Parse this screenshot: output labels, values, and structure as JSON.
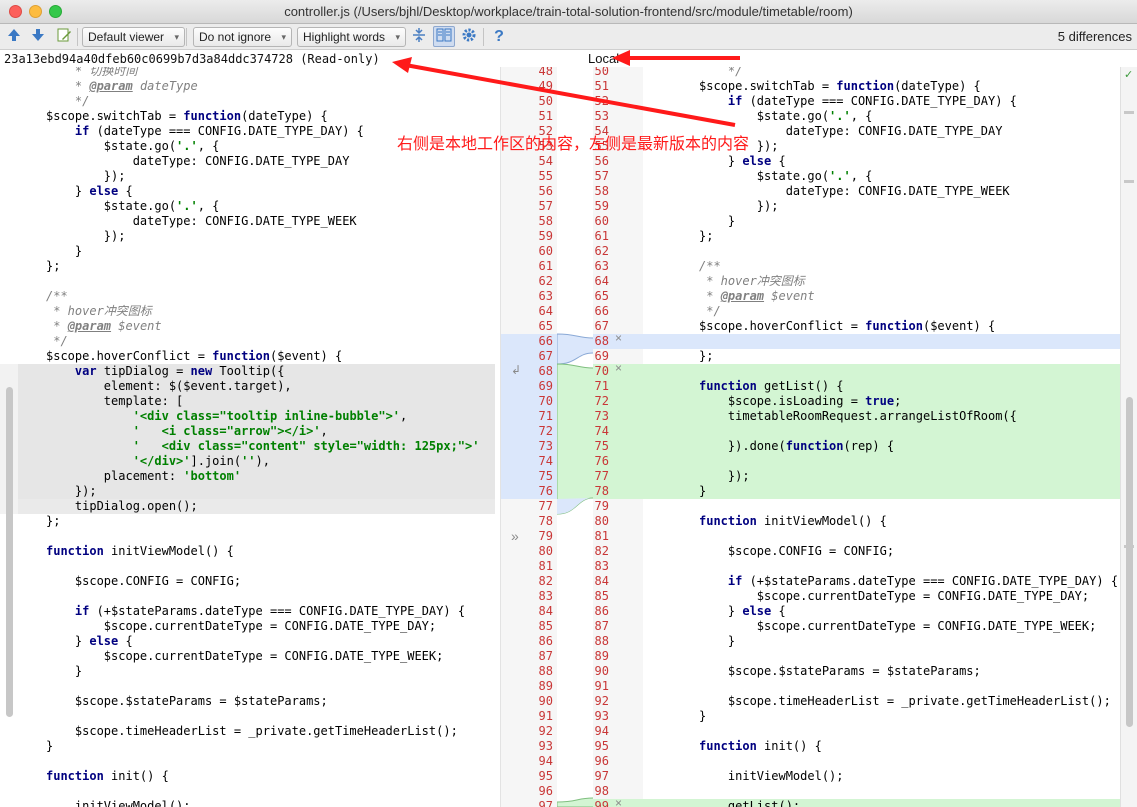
{
  "window": {
    "title": "controller.js (/Users/bjhl/Desktop/workplace/train-total-solution-frontend/src/module/timetable/room)"
  },
  "toolbar": {
    "viewer": "Default viewer",
    "ignore": "Do not ignore",
    "highlight": "Highlight words",
    "diff_count": "5 differences",
    "icons": [
      "arrow-up-icon",
      "arrow-down-icon",
      "edit-source-icon",
      "collapse-icon",
      "side-by-side-icon",
      "gear-icon",
      "help-icon"
    ],
    "help_glyph": "?"
  },
  "left": {
    "header": "23a13ebd94a40dfeb60c0699b7d3a84ddc374728 (Read-only)"
  },
  "right": {
    "header": "Local"
  },
  "annotation": {
    "text": "右侧是本地工作区的内容，左侧是最新版本的内容",
    "color": "#ff1a1a"
  },
  "colors": {
    "modified": "#dbe7fb",
    "inserted": "#d3f5d3",
    "line_number": "#c93737",
    "change_bar": "#c8c8c8"
  },
  "gutter": {
    "left_numbers": [
      "48",
      "49",
      "50",
      "51",
      "52",
      "53",
      "54",
      "55",
      "56",
      "57",
      "58",
      "59",
      "60",
      "61",
      "62",
      "63",
      "64",
      "65",
      "66",
      "67",
      "68",
      "69",
      "70",
      "71",
      "72",
      "73",
      "74",
      "75",
      "76",
      "77",
      "78",
      "79",
      "80",
      "81",
      "82",
      "83",
      "84",
      "85",
      "86",
      "87",
      "88",
      "89",
      "90",
      "91",
      "92",
      "93",
      "94",
      "95",
      "96",
      "97"
    ],
    "right_numbers": [
      "50",
      "51",
      "52",
      "53",
      "54",
      "55",
      "56",
      "57",
      "58",
      "59",
      "60",
      "61",
      "62",
      "63",
      "64",
      "65",
      "66",
      "67",
      "68",
      "69",
      "70",
      "71",
      "72",
      "73",
      "74",
      "75",
      "76",
      "77",
      "78",
      "79",
      "80",
      "81",
      "82",
      "83",
      "84",
      "85",
      "86",
      "87",
      "88",
      "89",
      "90",
      "91",
      "92",
      "93",
      "94",
      "95",
      "96",
      "97",
      "98",
      "99"
    ],
    "glyphs": {
      "close": "×",
      "revert": "»",
      "apply": "↲",
      "check": "✓"
    }
  },
  "left_code": [
    "    * 切换时间",
    "    * @param dateType",
    "    */",
    "$scope.switchTab = function(dateType) {",
    "    if (dateType === CONFIG.DATE_TYPE_DAY) {",
    "        $state.go('.', {",
    "            dateType: CONFIG.DATE_TYPE_DAY",
    "        });",
    "    } else {",
    "        $state.go('.', {",
    "            dateType: CONFIG.DATE_TYPE_WEEK",
    "        });",
    "    }",
    "};",
    "",
    "/**",
    " * hover冲突图标",
    " * @param $event",
    " */",
    "$scope.hoverConflict = function($event) {",
    "    var tipDialog = new Tooltip({",
    "        element: $($event.target),",
    "        template: [",
    "            '<div class=\"tooltip inline-bubble\">',",
    "            '   <i class=\"arrow\"></i>',",
    "            '   <div class=\"content\" style=\"width: 125px;\">'",
    "            '</div>'].join(''),",
    "        placement: 'bottom'",
    "    });",
    "    tipDialog.open();",
    "};",
    "",
    "function initViewModel() {",
    "",
    "    $scope.CONFIG = CONFIG;",
    "",
    "    if (+$stateParams.dateType === CONFIG.DATE_TYPE_DAY) {",
    "        $scope.currentDateType = CONFIG.DATE_TYPE_DAY;",
    "    } else {",
    "        $scope.currentDateType = CONFIG.DATE_TYPE_WEEK;",
    "    }",
    "",
    "    $scope.$stateParams = $stateParams;",
    "",
    "    $scope.timeHeaderList = _private.getTimeHeaderList();",
    "}",
    "",
    "function init() {",
    "",
    "    initViewModel();"
  ],
  "right_code": [
    "    */",
    "$scope.switchTab = function(dateType) {",
    "    if (dateType === CONFIG.DATE_TYPE_DAY) {",
    "        $state.go('.', {",
    "            dateType: CONFIG.DATE_TYPE_DAY",
    "        });",
    "    } else {",
    "        $state.go('.', {",
    "            dateType: CONFIG.DATE_TYPE_WEEK",
    "        });",
    "    }",
    "};",
    "",
    "/**",
    " * hover冲突图标",
    " * @param $event",
    " */",
    "$scope.hoverConflict = function($event) {",
    "",
    "};",
    "",
    "function getList() {",
    "    $scope.isLoading = true;",
    "    timetableRoomRequest.arrangeListOfRoom({",
    "",
    "    }).done(function(rep) {",
    "",
    "    });",
    "}",
    "",
    "function initViewModel() {",
    "",
    "    $scope.CONFIG = CONFIG;",
    "",
    "    if (+$stateParams.dateType === CONFIG.DATE_TYPE_DAY) {",
    "        $scope.currentDateType = CONFIG.DATE_TYPE_DAY;",
    "    } else {",
    "        $scope.currentDateType = CONFIG.DATE_TYPE_WEEK;",
    "    }",
    "",
    "    $scope.$stateParams = $stateParams;",
    "",
    "    $scope.timeHeaderList = _private.getTimeHeaderList();",
    "}",
    "",
    "function init() {",
    "",
    "    initViewModel();",
    "",
    "    getList();"
  ]
}
